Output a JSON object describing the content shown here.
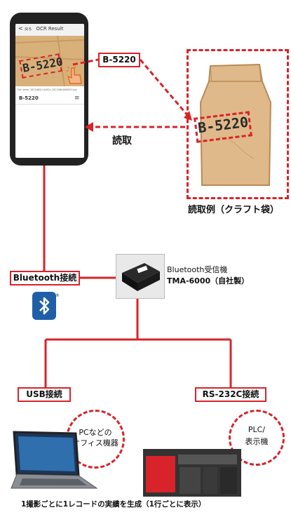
{
  "app": {
    "back": "< ",
    "back_label": "戻る",
    "title": "OCR Result",
    "photo_text": "B-5220",
    "file_name": "File name: 20210601144924_20210604090953.jpg",
    "result_value": "B-5220",
    "menu_icon": "hamburger-icon"
  },
  "diagram": {
    "ocr_result_label": "B-5220",
    "read_label": "読取",
    "bag_text": "B-5220",
    "bag_caption": "読取例（クラフト袋）",
    "bluetooth_connection": "Bluetooth接続",
    "receiver_name": "Bluetooth受信機",
    "receiver_model": "TMA-6000（自社製）",
    "usb_connection": "USB接続",
    "rs232_connection": "RS-232C接続",
    "pc_label_line1": "PCなどの",
    "pc_label_line2": "オフィス機器",
    "plc_label_line1": "PLC/",
    "plc_label_line2": "表示機",
    "bottom_note": "1撮影ごとに1レコードの実績を生成（1行ごとに表示）"
  },
  "colors": {
    "accent_red": "#d8232a",
    "bluetooth_blue": "#1f5fa8",
    "kraft": "#d8b07a"
  }
}
